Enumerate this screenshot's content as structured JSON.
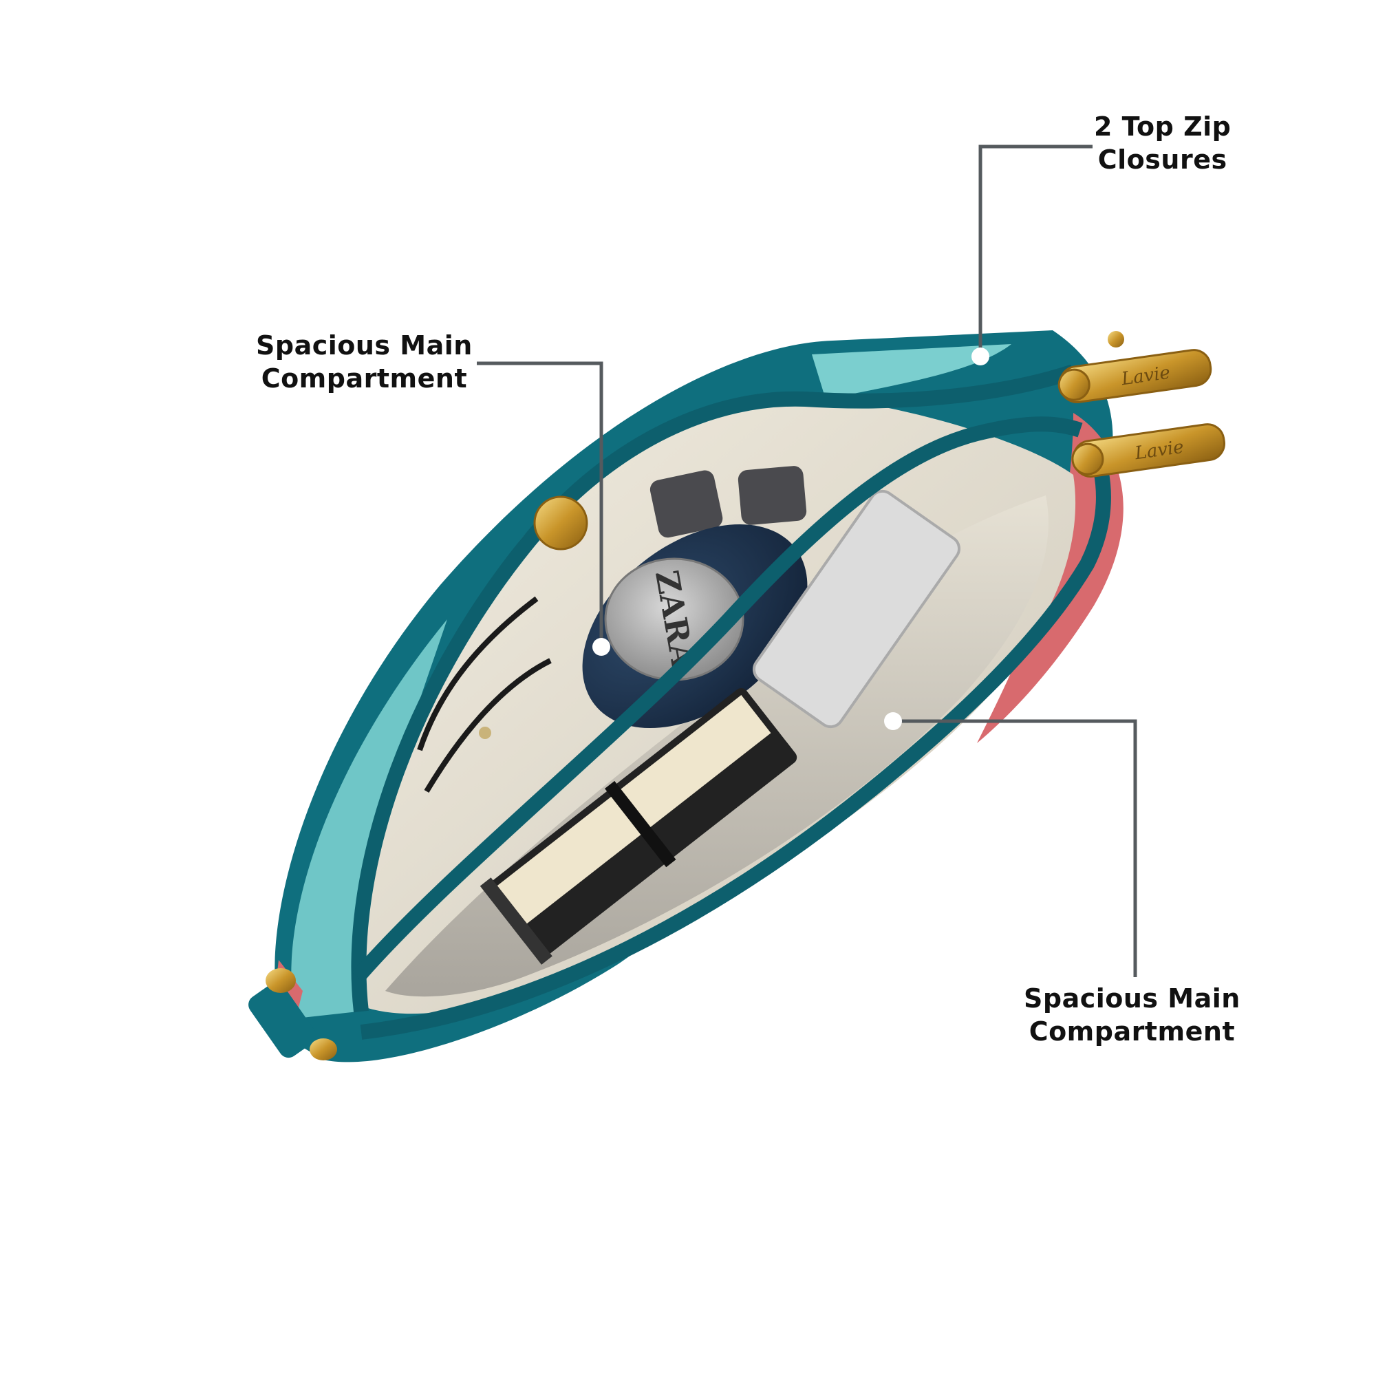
{
  "colors": {
    "background": "#ffffff",
    "leader_line": "#555a5e",
    "label_text": "#111111",
    "teal": "#0f6f7e",
    "aqua": "#6fc6c7",
    "coral": "#d86a6e",
    "lining": "#e9e3d3",
    "gold": "#d6a83a"
  },
  "callouts": [
    {
      "line1": "2 Top Zip",
      "line2": "Closures"
    },
    {
      "line1": "Spacious Main",
      "line2": "Compartment"
    },
    {
      "line1": "Spacious Main",
      "line2": "Compartment"
    }
  ],
  "product": {
    "zipper_pull_text": "Lavie",
    "tin_brand_text": "ZARA"
  }
}
